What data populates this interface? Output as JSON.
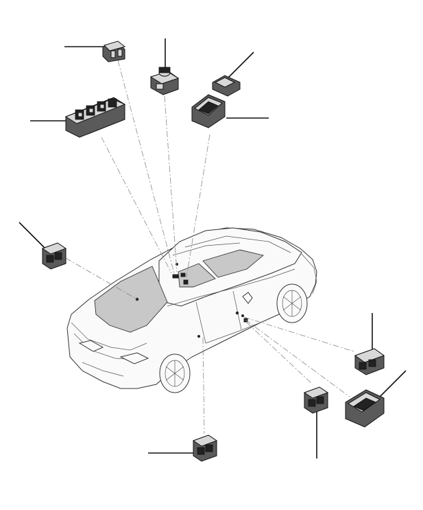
{
  "diagram": {
    "parts": [
      {
        "id": "rear-window-switch-top",
        "icon": "switch-module-icon"
      },
      {
        "id": "center-console-switch",
        "icon": "rotary-switch-icon"
      },
      {
        "id": "small-rocker-switch",
        "icon": "rocker-switch-icon"
      },
      {
        "id": "driver-window-switch-pack",
        "icon": "window-switch-pack-icon"
      },
      {
        "id": "seat-switch-top",
        "icon": "seat-switch-icon"
      },
      {
        "id": "rear-left-switch",
        "icon": "switch-module-icon"
      },
      {
        "id": "passenger-window-switch",
        "icon": "switch-module-icon"
      },
      {
        "id": "passenger-seat-switch",
        "icon": "seat-switch-icon"
      },
      {
        "id": "door-switch-lower",
        "icon": "switch-module-icon"
      },
      {
        "id": "rear-right-switch-bottom",
        "icon": "switch-module-icon"
      }
    ]
  }
}
